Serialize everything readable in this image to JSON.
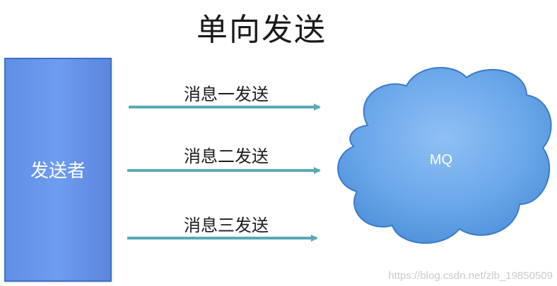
{
  "title": "单向发送",
  "sender": {
    "label": "发送者",
    "color": "#6a98ee"
  },
  "messages": [
    {
      "label": "消息一发送"
    },
    {
      "label": "消息二发送"
    },
    {
      "label": "消息三发送"
    }
  ],
  "mq": {
    "label": "MQ",
    "color": "#5e9fe3"
  },
  "arrow_color": "#5aa9b8",
  "watermark": "https://blog.csdn.net/zlb_19850509"
}
